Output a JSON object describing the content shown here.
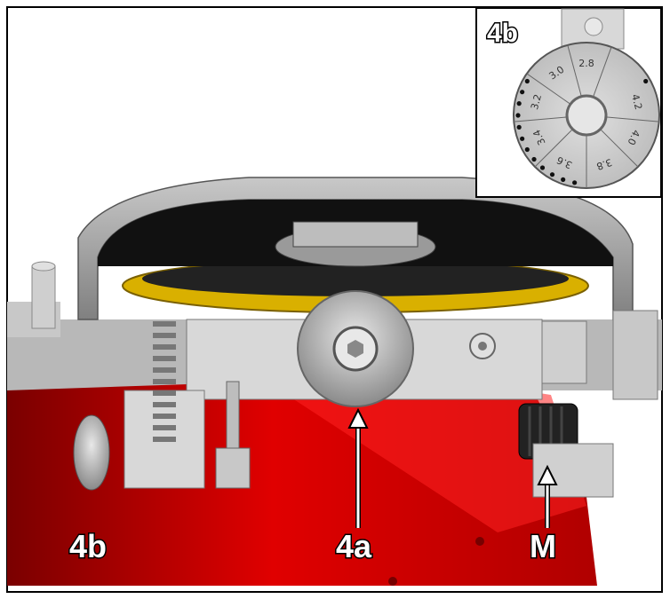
{
  "labels": {
    "label_4b_main": "4b",
    "label_4a": "4a",
    "label_m": "M",
    "label_4b_inset": "4b"
  },
  "dial": {
    "values": [
      "2.8",
      "3.0",
      "3.2",
      "3.4",
      "3.6",
      "3.8",
      "4.0",
      "4.2"
    ]
  },
  "colors": {
    "base_red": "#e00000",
    "yellow_ring": "#d9b000",
    "hood_gray": "#9a9a9a",
    "metal_light": "#d0d0d0",
    "outline": "#000000"
  }
}
